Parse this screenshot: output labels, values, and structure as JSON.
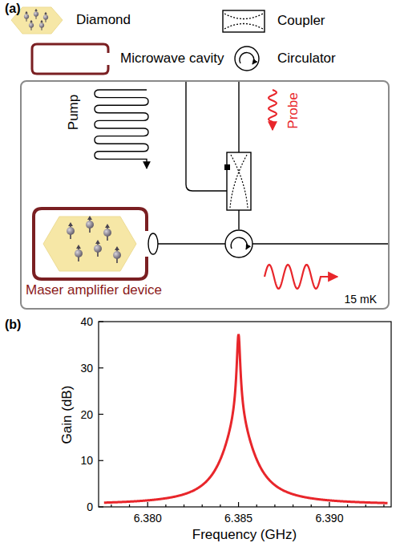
{
  "diagram": {
    "nodes": [
      {
        "text": [
          "15 mK"
        ]
      },
      {
        "text": [
          "Maser amplifier device"
        ],
        "in": 0
      }
    ],
    "labels": [
      "(a)",
      "Pump",
      "Probe",
      "(b)",
      "40",
      "30",
      "20",
      "10",
      "0",
      "6.380",
      "6.385",
      "6.390",
      "Gain (dB)",
      "Frequency (GHz)"
    ],
    "legend": [
      {
        "text": "Diamond"
      },
      {
        "text": "Coupler"
      },
      {
        "text": "Microwave cavity"
      },
      {
        "text": "Circulator"
      }
    ]
  }
}
